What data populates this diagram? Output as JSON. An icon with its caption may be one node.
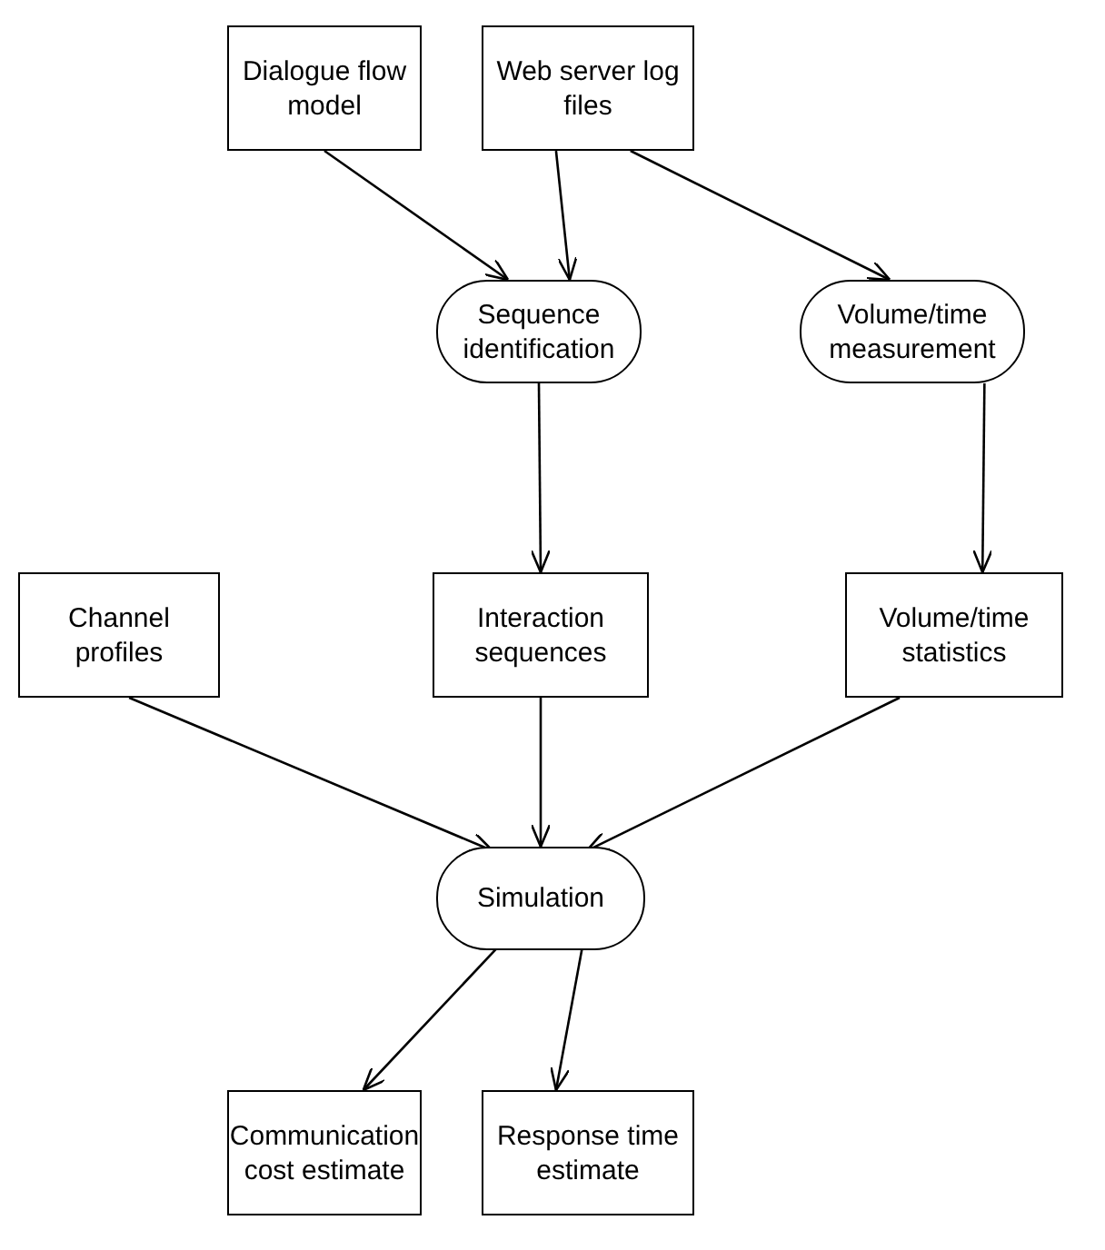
{
  "diagram": {
    "nodes": [
      {
        "text": [
          "Dialogue flow model"
        ]
      },
      {
        "text": [
          "Web server log files"
        ]
      },
      {
        "text": [
          "Sequence identification"
        ]
      },
      {
        "text": [
          "Volume/time measurement"
        ]
      },
      {
        "text": [
          "Channel profiles"
        ]
      },
      {
        "text": [
          "Interaction sequences"
        ]
      },
      {
        "text": [
          "Volume/time statistics"
        ]
      },
      {
        "text": [
          "Simulation"
        ]
      },
      {
        "text": [
          "Communication cost estimate"
        ]
      },
      {
        "text": [
          "Response time estimate"
        ]
      }
    ],
    "edges": [
      {
        "from": 0,
        "to": 2,
        "arrow": "to"
      },
      {
        "from": 1,
        "to": 2,
        "arrow": "to"
      },
      {
        "from": 1,
        "to": 3,
        "arrow": "to"
      },
      {
        "from": 2,
        "to": 5,
        "arrow": "to"
      },
      {
        "from": 3,
        "to": 6,
        "arrow": "to"
      },
      {
        "from": 4,
        "to": 7,
        "arrow": "to"
      },
      {
        "from": 5,
        "to": 7,
        "arrow": "to"
      },
      {
        "from": 6,
        "to": 7,
        "arrow": "to"
      },
      {
        "from": 7,
        "to": 8,
        "arrow": "to"
      },
      {
        "from": 7,
        "to": 9,
        "arrow": "to"
      }
    ]
  }
}
